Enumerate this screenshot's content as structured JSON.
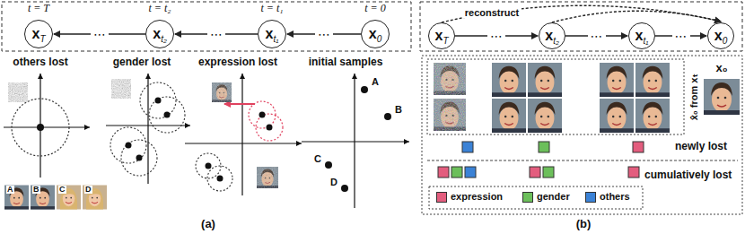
{
  "diagram": {
    "nodes": [
      {
        "text": [
          "x",
          "T"
        ]
      },
      {
        "text": [
          "x",
          "t₂"
        ]
      },
      {
        "text": [
          "x",
          "t₁"
        ]
      },
      {
        "text": [
          "x",
          "0"
        ]
      },
      {
        "text": [
          "x",
          "T"
        ]
      },
      {
        "text": [
          "x",
          "t₂"
        ]
      },
      {
        "text": [
          "x",
          "t₁"
        ]
      },
      {
        "text": [
          "x",
          "0"
        ]
      }
    ],
    "edges": [
      {
        "from": 3,
        "to": 2,
        "label": "⋯",
        "arrow": "to"
      },
      {
        "from": 2,
        "to": 1,
        "label": "⋯",
        "arrow": "to"
      },
      {
        "from": 1,
        "to": 0,
        "label": "⋯",
        "arrow": "to"
      },
      {
        "from": 4,
        "to": 5,
        "label": "⋯",
        "arrow": "to"
      },
      {
        "from": 5,
        "to": 6,
        "label": "⋯",
        "arrow": "to"
      },
      {
        "from": 6,
        "to": 7,
        "label": "⋯",
        "arrow": "to"
      },
      {
        "from": 4,
        "to": 7,
        "label": "reconstruct",
        "arrow": "to"
      },
      {
        "from": 5,
        "to": 7,
        "arrow": "to"
      }
    ],
    "labels": [
      "t = T",
      "t = t₂",
      "t = t₁",
      "t = 0",
      "others lost",
      "gender lost",
      "expression lost",
      "initial samples",
      "A",
      "B",
      "C",
      "D",
      "A",
      "B",
      "C",
      "D",
      "(a)",
      "x̂₀ from xₜ",
      "x₀",
      "newly lost",
      "cumulatively lost",
      "(b)"
    ],
    "legend": [
      {
        "text": "expression",
        "color": "#e35d7e"
      },
      {
        "text": "gender",
        "color": "#6cbf5b"
      },
      {
        "text": "others",
        "color": "#3b82d6"
      }
    ]
  }
}
